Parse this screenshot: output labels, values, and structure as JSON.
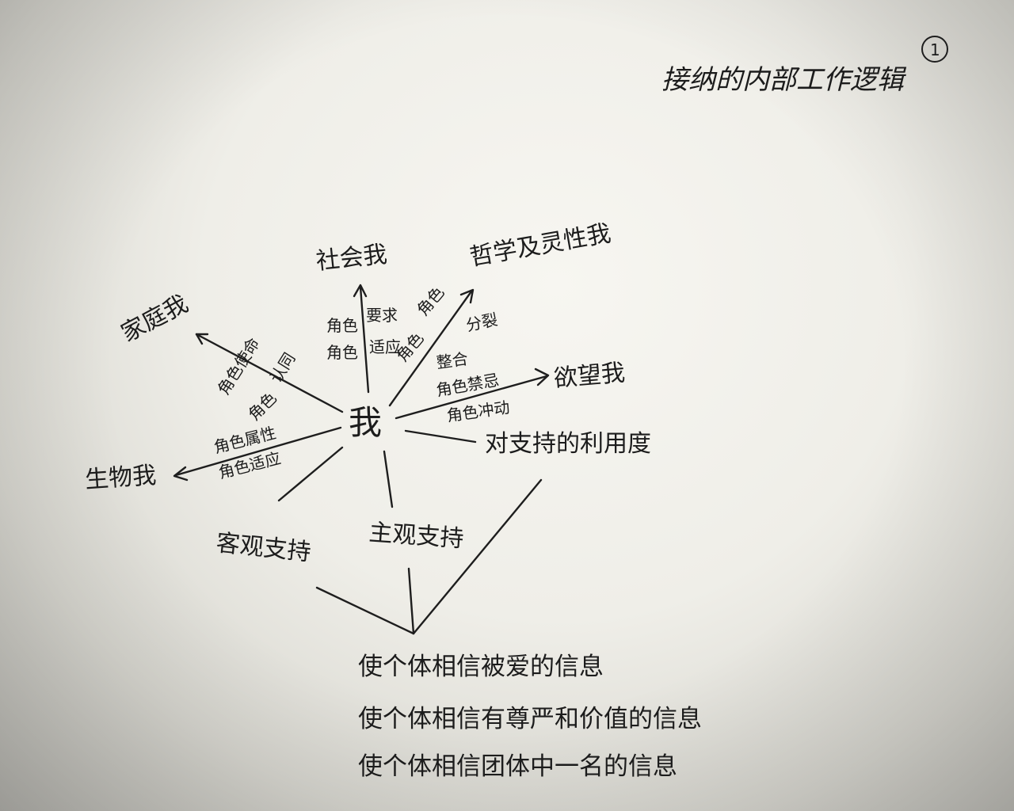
{
  "title": "接纳的内部工作逻辑",
  "page_number": "1",
  "center_node": "我",
  "nodes": {
    "family_self": "家庭我",
    "social_self": "社会我",
    "philosophical_self": "哲学及灵性我",
    "desire_self": "欲望我",
    "support_utilization": "对支持的利用度",
    "biological_self": "生物我",
    "objective_support": "客观支持",
    "subjective_support": "主观支持"
  },
  "edge_labels": {
    "family_1": "角色使命",
    "family_2": "认同",
    "social_1": "角色",
    "social_2": "角色",
    "social_3": "要求",
    "social_4": "适应",
    "philo_1": "角色",
    "philo_2": "角色",
    "philo_3": "分裂",
    "philo_4": "整合",
    "desire_1": "角色禁忌",
    "desire_2": "角色冲动",
    "bio_1": "角色",
    "bio_2": "角色属性",
    "bio_3": "角色适应"
  },
  "outcomes": [
    "使个体相信被爱的信息",
    "使个体相信有尊严和价值的信息",
    "使个体相信团体中一名的信息"
  ]
}
